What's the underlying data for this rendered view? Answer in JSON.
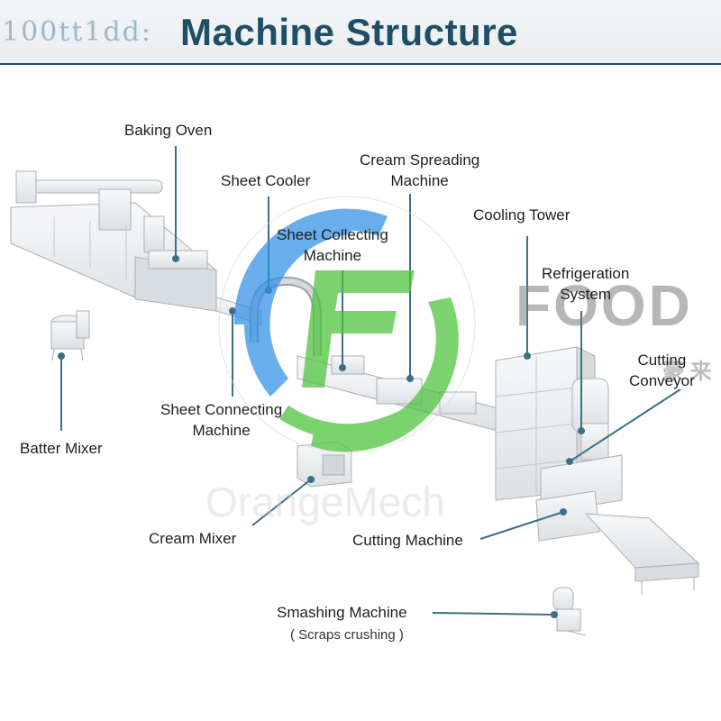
{
  "header": {
    "decorative_text": "100tt1dd:",
    "title": "Machine Structure"
  },
  "labels": {
    "baking_oven": "Baking Oven",
    "sheet_cooler": "Sheet Cooler",
    "cream_spreading_1": "Cream Spreading",
    "cream_spreading_2": "Machine",
    "sheet_collecting_1": "Sheet Collecting",
    "sheet_collecting_2": "Machine",
    "cooling_tower": "Cooling Tower",
    "refrigeration_1": "Refrigeration",
    "refrigeration_2": "System",
    "cutting_conveyor_1": "Cutting",
    "cutting_conveyor_2": "Conveyor",
    "sheet_connecting_1": "Sheet Connecting",
    "sheet_connecting_2": "Machine",
    "batter_mixer": "Batter Mixer",
    "cream_mixer": "Cream Mixer",
    "cutting_machine": "Cutting Machine",
    "smashing_machine": "Smashing Machine",
    "smashing_note": "( Scraps crushing )"
  },
  "watermark": {
    "brand_text": "FOOD",
    "brand_chinese": "豪 来",
    "company_text": "OrangeMech"
  },
  "colors": {
    "title": "#1f4e66",
    "leader_line": "#3d6f86",
    "logo_blue": "#2f8fe6",
    "logo_green": "#4cc23a",
    "machine_fill": "#eef0f2",
    "machine_stroke": "#a9b0b6"
  }
}
